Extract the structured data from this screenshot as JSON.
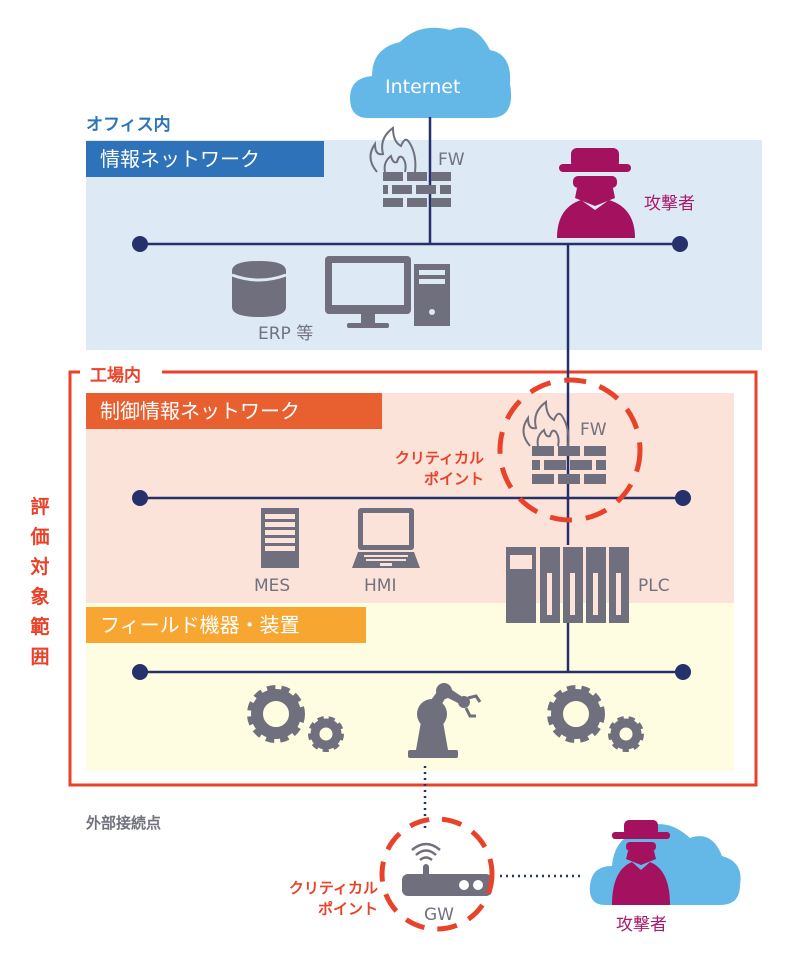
{
  "colors": {
    "office_bg": "#dde9f5",
    "control_bg": "#fbe3d9",
    "field_bg": "#fefde2",
    "office_banner": "#2e73b9",
    "control_banner": "#e8602f",
    "field_banner": "#f6a631",
    "factory_border": "#e8432a",
    "cloud": "#64b8e8",
    "network_line": "#26306a",
    "device_gray": "#6f6f7d",
    "attacker": "#a3115f",
    "critical": "#e8432a"
  },
  "internet": {
    "label": "Internet",
    "icon": "cloud-icon"
  },
  "office": {
    "zone_label": "オフィス内",
    "banner": "情報ネットワーク",
    "firewall_label": "FW",
    "attacker_label": "攻撃者",
    "erp_label": "ERP 等",
    "icons": [
      "firewall-icon",
      "attacker-icon",
      "database-icon",
      "monitor-icon",
      "tower-pc-icon"
    ]
  },
  "factory": {
    "zone_label": "工場内",
    "scope_label_chars": [
      "評",
      "価",
      "対",
      "象",
      "範",
      "囲"
    ],
    "control_network": {
      "banner": "制御情報ネットワーク",
      "firewall_label": "FW",
      "critical_point_lines": [
        "クリティカル",
        "ポイント"
      ],
      "devices": [
        {
          "label": "MES",
          "icon": "server-icon"
        },
        {
          "label": "HMI",
          "icon": "laptop-icon"
        },
        {
          "label": "PLC",
          "icon": "plc-icon"
        }
      ]
    },
    "field_devices": {
      "banner": "フィールド機器・装置",
      "icons": [
        "gears-icon",
        "robot-arm-icon",
        "gears-icon"
      ]
    }
  },
  "external": {
    "zone_label": "外部接続点",
    "gateway_label": "GW",
    "critical_point_lines": [
      "クリティカル",
      "ポイント"
    ],
    "attacker_label": "攻撃者",
    "icons": [
      "router-icon",
      "cloud-icon",
      "attacker-icon"
    ]
  }
}
